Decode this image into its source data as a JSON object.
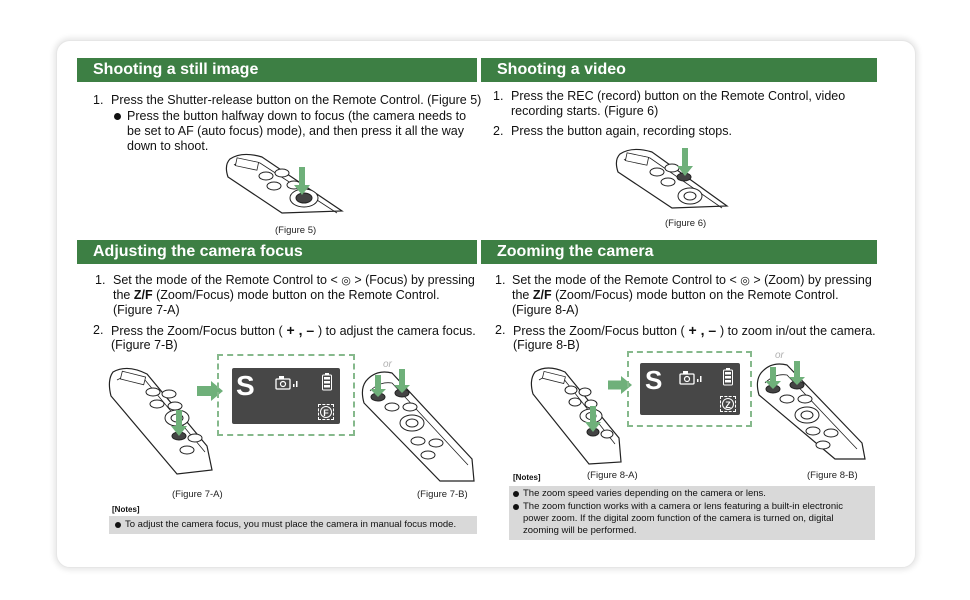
{
  "still": {
    "title": "Shooting a still image",
    "step1_num": "1.",
    "step1": "Press the Shutter-release button on the Remote Control. (Figure 5)",
    "bullet_line1": "Press the button halfway down to focus (the camera needs to",
    "bullet_line2": "be set to AF (auto focus) mode), and then press it all the way",
    "bullet_line3": "down to shoot.",
    "caption": "(Figure 5)"
  },
  "video": {
    "title": "Shooting a video",
    "step1_num": "1.",
    "step1_line1": "Press the REC (record) button on the Remote Control, video",
    "step1_line2": "recording starts. (Figure 6)",
    "step2_num": "2.",
    "step2": "Press the button again, recording stops.",
    "caption": "(Figure 6)"
  },
  "focus": {
    "title": "Adjusting the camera focus",
    "step1_num": "1.",
    "step1_line1": "Set the mode of the Remote Control to < ",
    "step1_line1_end": " > (Focus) by pressing",
    "step1_line2_bold": "Z/F",
    "step1_line2": " (Zoom/Focus) mode button on the Remote Control.",
    "step1_line2_pre": "the ",
    "step1_line3": "(Figure 7-A)",
    "step2_num": "2.",
    "step2_line1_pre": "Press the Zoom/Focus button (",
    "step2_symbols": " + , – ",
    "step2_line1_post": ") to adjust the camera focus.",
    "step2_line2": "(Figure 7-B)",
    "lcd_mode": "S",
    "lcd_icon": "F",
    "or_label": "or",
    "caption_a": "(Figure 7-A)",
    "caption_b": "(Figure 7-B)",
    "notes_label": "[Notes]",
    "note1": "To adjust the camera focus, you must place the camera in manual focus mode."
  },
  "zoom": {
    "title": "Zooming the camera",
    "step1_num": "1.",
    "step1_line1": "Set the mode of the Remote Control to < ",
    "step1_line1_end": " > (Zoom) by pressing",
    "step1_line2_pre": "the ",
    "step1_line2_bold": "Z/F",
    "step1_line2": " (Zoom/Focus) mode button on the Remote Control.",
    "step1_line3": "(Figure 8-A)",
    "step2_num": "2.",
    "step2_line1_pre": "Press the Zoom/Focus button (",
    "step2_symbols": " + , – ",
    "step2_line1_post": ") to zoom in/out the camera.",
    "step2_line2": "(Figure 8-B)",
    "lcd_mode": "S",
    "lcd_icon": "Z",
    "or_label": "or",
    "caption_a": "(Figure 8-A)",
    "caption_b": "(Figure 8-B)",
    "notes_label": "[Notes]",
    "note1": "The zoom speed varies depending on the camera or lens.",
    "note2_line1": "The zoom function works with a camera or lens featuring a built-in electronic",
    "note2_line2": "power zoom. If the digital zoom function of the camera is turned on, digital",
    "note2_line3": "zooming will be performed."
  },
  "colors": {
    "header_green": "#3d7f44",
    "arrow_green": "#6fb07a",
    "notes_gray": "#d9d9d9"
  },
  "icons": [
    "bullet-icon",
    "remote-control-illustration",
    "green-arrow-icon",
    "camera-icon",
    "battery-icon",
    "focus-mode-icon",
    "zoom-mode-icon"
  ]
}
